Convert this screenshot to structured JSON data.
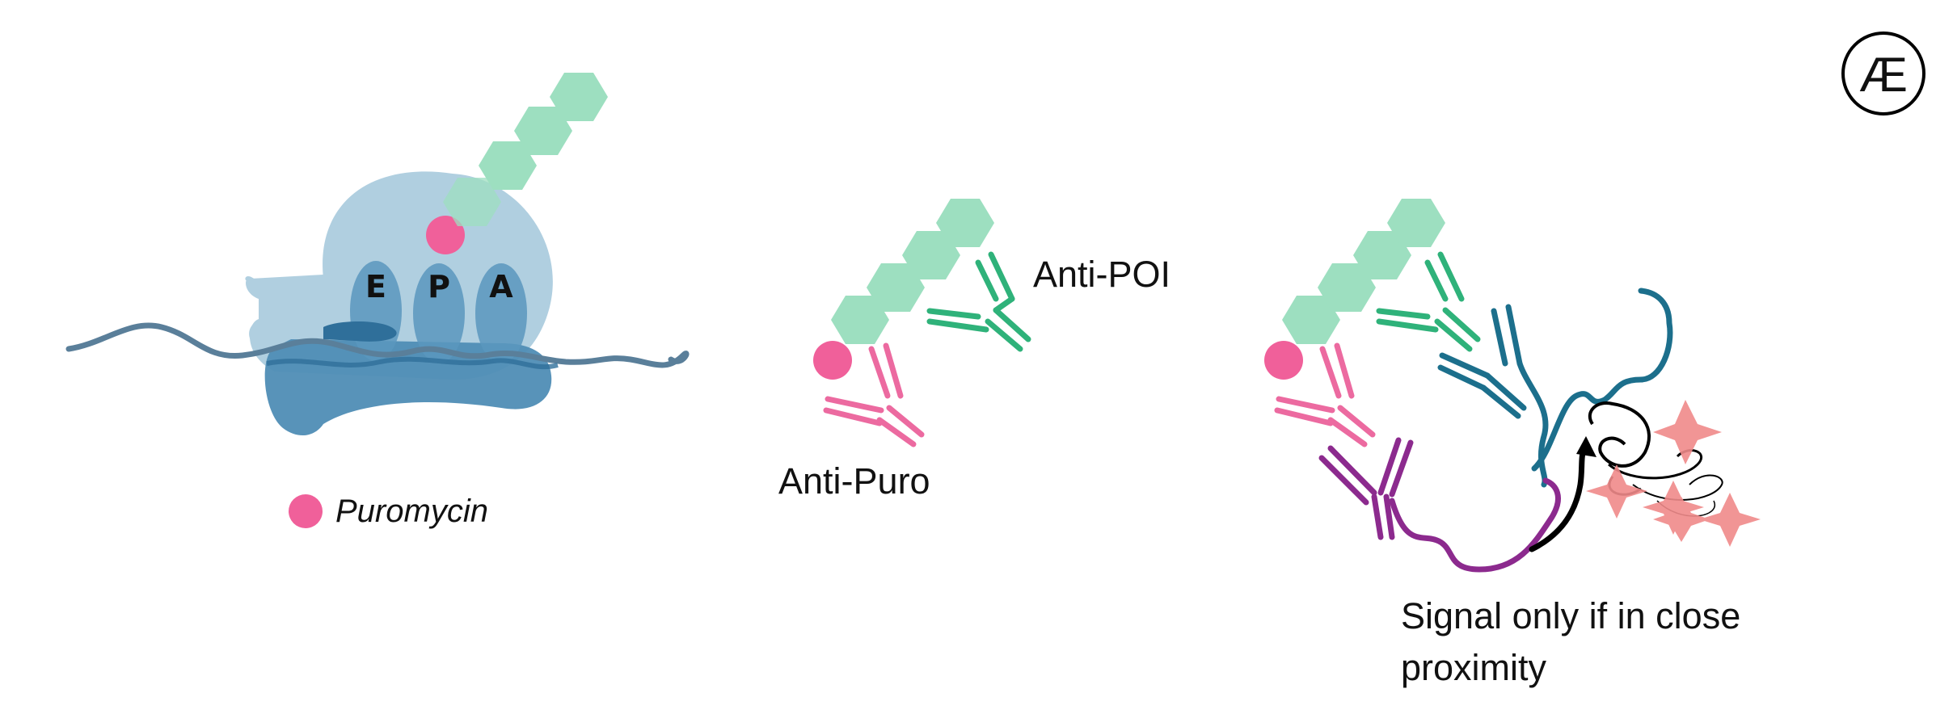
{
  "logo": {
    "text": "Æ"
  },
  "ribosome": {
    "sites": [
      "E",
      "P",
      "A"
    ]
  },
  "legend": {
    "puromycin_label": "Puromycin"
  },
  "labels": {
    "anti_poi": "Anti-POI",
    "anti_puro": "Anti-Puro",
    "signal_line1": "Signal only if in close",
    "signal_line2": "proximity"
  },
  "colors": {
    "ribosome_light": "#b0cfe0",
    "ribosome_dark": "#4f8db5",
    "mrna": "#5a7f9a",
    "peptide": "#9ddfc0",
    "puromycin": "#f0609a",
    "anti_puro": "#ec6aa0",
    "anti_poi": "#2fb27a",
    "secondary_teal": "#1c6f8c",
    "secondary_purple": "#8c2a8e",
    "star": "#f08a8a"
  }
}
